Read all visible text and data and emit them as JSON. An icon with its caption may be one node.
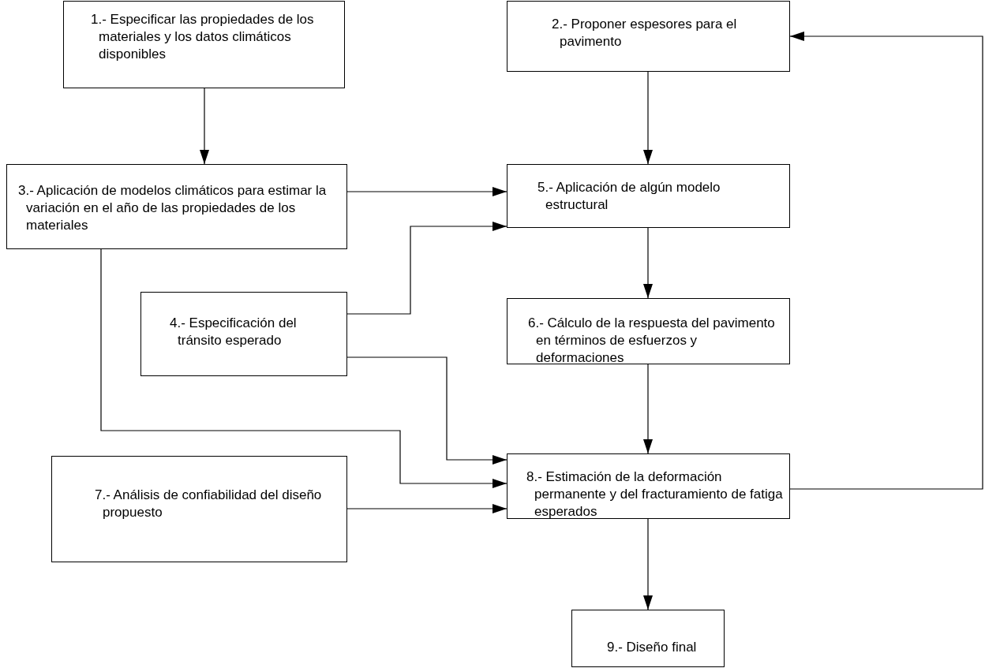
{
  "diagram": {
    "nodes": [
      {
        "text": [
          "1.- Especificar las propiedades de los materiales y los datos climáticos disponibles"
        ]
      },
      {
        "text": [
          "2.- Proponer espesores para el pavimento"
        ]
      },
      {
        "text": [
          "3.- Aplicación de modelos climáticos para estimar la variación en el año de las propiedades de los materiales"
        ]
      },
      {
        "text": [
          "5.- Aplicación de algún modelo estructural"
        ]
      },
      {
        "text": [
          "4.- Especificación del tránsito esperado"
        ]
      },
      {
        "text": [
          "6.- Cálculo de la respuesta del pavimento en términos de esfuerzos y deformaciones"
        ]
      },
      {
        "text": [
          "8.- Estimación de la deformación permanente y del fracturamiento de fatiga esperados"
        ]
      },
      {
        "text": [
          "7.- Análisis de confiabilidad del diseño propuesto"
        ]
      },
      {
        "text": [
          "9.- Diseño final"
        ]
      }
    ],
    "edges": [
      {
        "from": 0,
        "to": 2,
        "arrow": "to"
      },
      {
        "from": 1,
        "to": 3,
        "arrow": "to"
      },
      {
        "from": 2,
        "to": 3,
        "arrow": "to"
      },
      {
        "from": 4,
        "to": 3,
        "arrow": "to"
      },
      {
        "from": 3,
        "to": 5,
        "arrow": "to"
      },
      {
        "from": 5,
        "to": 6,
        "arrow": "to"
      },
      {
        "from": 4,
        "to": 6,
        "arrow": "to"
      },
      {
        "from": 2,
        "to": 6,
        "arrow": "to"
      },
      {
        "from": 7,
        "to": 6,
        "arrow": "to"
      },
      {
        "from": 6,
        "to": 8,
        "arrow": "to"
      },
      {
        "from": 6,
        "to": 1,
        "arrow": "to"
      }
    ]
  }
}
